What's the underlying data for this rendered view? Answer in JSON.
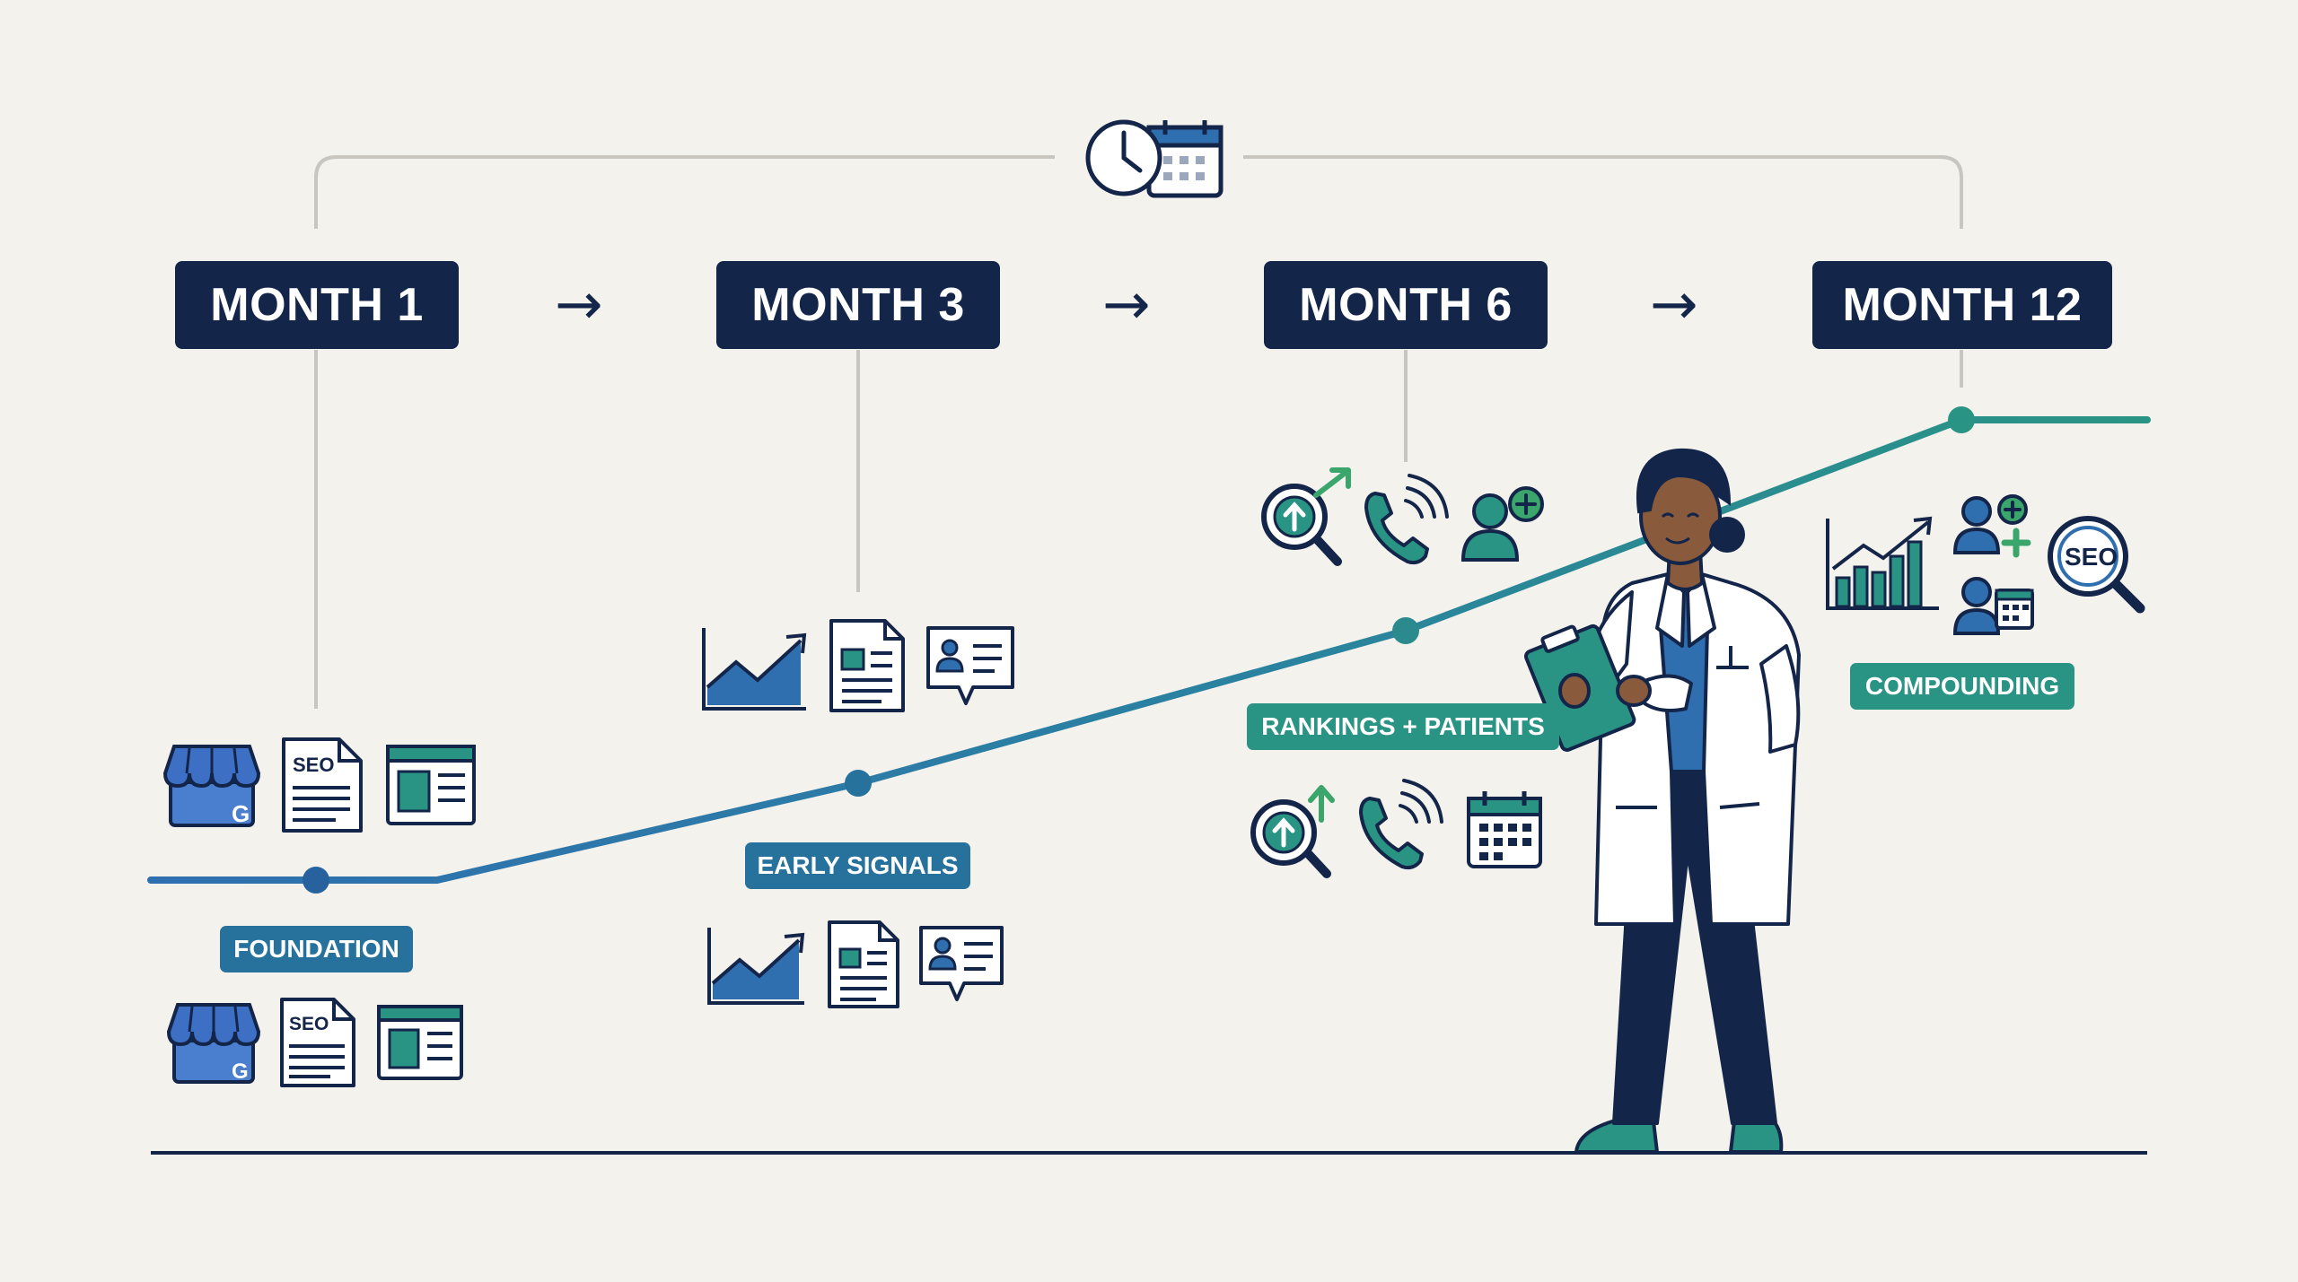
{
  "timeline": {
    "months": [
      {
        "label": "MONTH 1"
      },
      {
        "label": "MONTH 3"
      },
      {
        "label": "MONTH 6"
      },
      {
        "label": "MONTH 12"
      }
    ],
    "arrow_glyph": "→"
  },
  "phases": [
    {
      "label": "FOUNDATION",
      "color": "#27729c"
    },
    {
      "label": "EARLY SIGNALS",
      "color": "#27729c"
    },
    {
      "label": "RANKINGS + PATIENTS",
      "color": "#2a9484"
    },
    {
      "label": "COMPOUNDING",
      "color": "#2a9484"
    }
  ],
  "icons": {
    "seo_doc_text": "SEO",
    "seo_magnifier_text": "SEO",
    "google_badge_text": "G"
  },
  "colors": {
    "background": "#f4f2ed",
    "navy": "#14254a",
    "blue": "#2f6fb0",
    "teal": "#2a9484",
    "green": "#3aa66b",
    "connector": "#c9c6bf"
  }
}
